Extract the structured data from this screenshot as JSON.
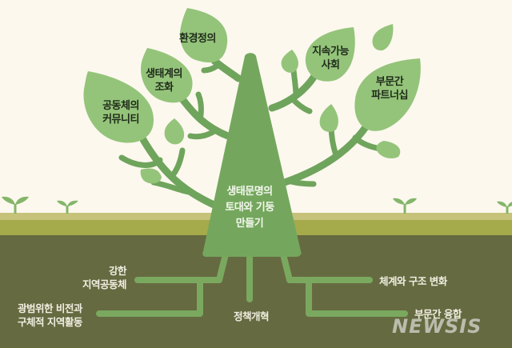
{
  "colors": {
    "background": "#fcf8ee",
    "leaf": "#94c47a",
    "branch": "#6fa45c",
    "trunk": "#74a75d",
    "ground_light": "#c6c27a",
    "ground_mid": "#a5aa4a",
    "soil": "#666a41",
    "root": "#7aa85f"
  },
  "leaves": [
    {
      "id": "environmental-justice",
      "label": "환경정의"
    },
    {
      "id": "ecosystem-harmony",
      "label_line1": "생태계의",
      "label_line2": "조화"
    },
    {
      "id": "community",
      "label_line1": "공동체의",
      "label_line2": "커뮤니티"
    },
    {
      "id": "sustainable-society",
      "label_line1": "지속가능",
      "label_line2": "사회"
    },
    {
      "id": "sector-partnership",
      "label_line1": "부문간",
      "label_line2": "파트너십"
    }
  ],
  "trunk": {
    "line1": "생태문명의",
    "line2": "토대와 기둥",
    "line3": "만들기"
  },
  "roots": {
    "strong_community": {
      "line1": "강한",
      "line2": "지역공동체"
    },
    "vision_activity": {
      "line1": "광범위한 비전과",
      "line2": "구체적 지역활동"
    },
    "policy_reform": "정책개혁",
    "system_change": "체계와 구조 변화",
    "sector_convergence": "부문간 융합"
  },
  "watermark": "NEWSIS"
}
